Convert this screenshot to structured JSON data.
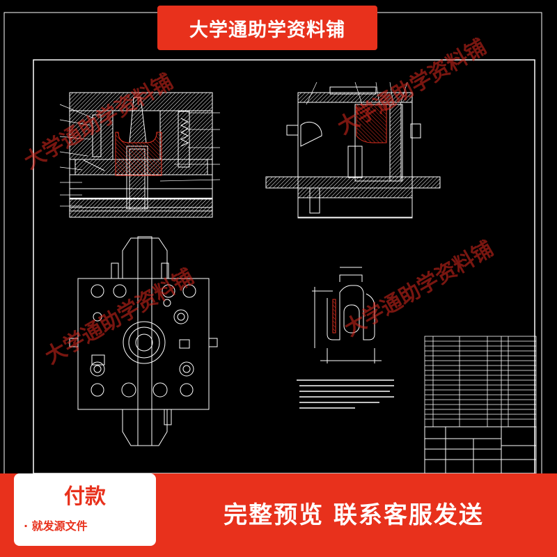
{
  "header": {
    "shop_name": "大学通助学资料铺"
  },
  "watermark": {
    "text": "大学通助学资料铺"
  },
  "footer": {
    "pay_title": "付款",
    "pay_subtitle": "· 就发源文件",
    "banner_text": "完整预览 联系客服发送"
  },
  "colors": {
    "accent_red": "#e8311c",
    "line_white": "#ffffff",
    "background": "#000000"
  }
}
